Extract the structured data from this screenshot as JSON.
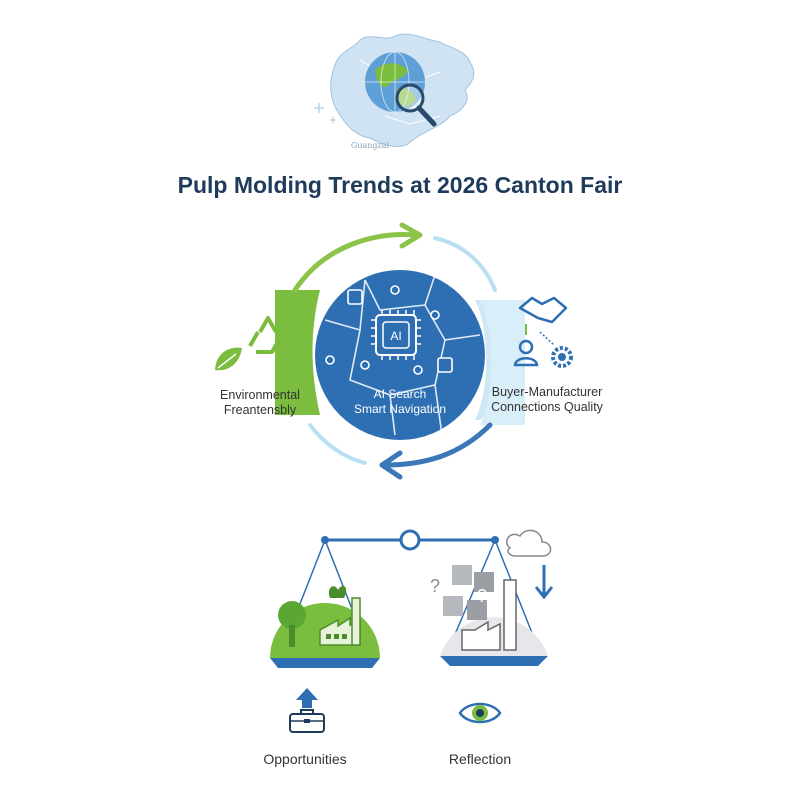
{
  "title": "Pulp Molding Trends at 2026 Canton Fair",
  "map": {
    "caption": "Guangzai",
    "icon": "globe-magnifier-icon"
  },
  "cycle": {
    "left_label": "Environmental\nFreantensbly",
    "center_label": "AI Search\nSmart Navigation",
    "right_label": "Buyer-Manufacturer\nConnections Quality",
    "center_chip_text": "AI",
    "colors": {
      "green": "#7bbd3e",
      "blue": "#2e6fb3",
      "light_blue": "#a9d8ee"
    }
  },
  "balance": {
    "left_icon": "green-factory-icon",
    "right_icon": "polluting-factory-icon"
  },
  "bottom": {
    "opportunities_label": "Opportunities",
    "reflection_label": "Reflection"
  }
}
